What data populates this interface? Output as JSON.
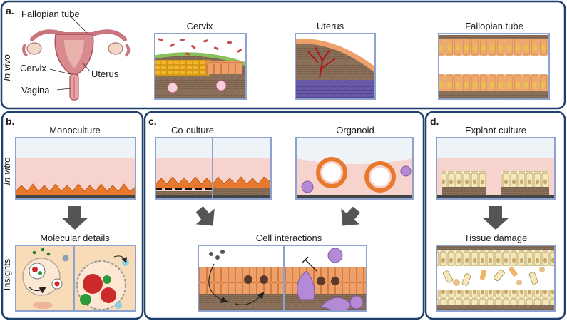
{
  "panel_a": {
    "tag": "a.",
    "side_label": "In vivo",
    "anatomy_labels": {
      "fallopian_tube": "Fallopian tube",
      "cervix": "Cervix",
      "uterus": "Uterus",
      "vagina": "Vagina"
    },
    "tissue_titles": {
      "cervix": "Cervix",
      "uterus": "Uterus",
      "fallopian_tube": "Fallopian tube"
    }
  },
  "panel_b": {
    "tag": "b.",
    "side_label_top": "In vitro",
    "side_label_bottom": "Insights",
    "model_title": "Monoculture",
    "result_title": "Molecular details"
  },
  "panel_c": {
    "tag": "c.",
    "model_title_1": "Co-culture",
    "model_title_2": "Organoid",
    "result_title": "Cell interactions"
  },
  "panel_d": {
    "tag": "d.",
    "model_title": "Explant culture",
    "result_title": "Tissue damage"
  },
  "colors": {
    "frame_navy": "#1f3f6e",
    "box_blue": "#8ea2cf",
    "media_pink": "#f6d3cc",
    "cell_orange": "#e8782c",
    "tissue_brown": "#8a6e57",
    "arrow_gray": "#555555",
    "pathogen_purple": "#b48ad6"
  }
}
